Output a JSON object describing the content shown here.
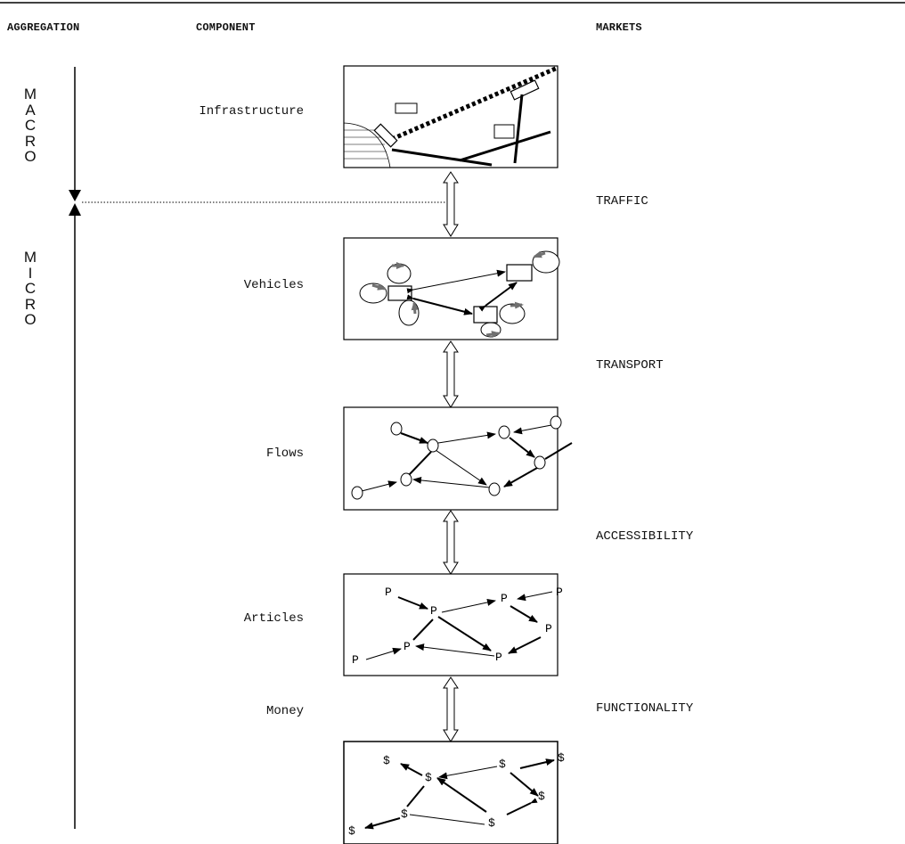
{
  "headers": {
    "aggregation": "AGGREGATION",
    "component": "COMPONENT",
    "markets": "MARKETS"
  },
  "scale": {
    "macro": [
      "M",
      "A",
      "C",
      "R",
      "O"
    ],
    "micro": [
      "M",
      "I",
      "C",
      "R",
      "O"
    ]
  },
  "components": [
    {
      "label": "Infrastructure"
    },
    {
      "label": "Vehicles"
    },
    {
      "label": "Flows"
    },
    {
      "label": "Articles"
    },
    {
      "label": "Money"
    }
  ],
  "markets": [
    {
      "label": "TRAFFIC"
    },
    {
      "label": "TRANSPORT"
    },
    {
      "label": "ACCESSIBILITY"
    },
    {
      "label": "FUNCTIONALITY"
    }
  ],
  "articles_node_label": "P",
  "money_node_label": "$",
  "colors": {
    "line": "#000000",
    "accent_arrow": "#707070"
  }
}
